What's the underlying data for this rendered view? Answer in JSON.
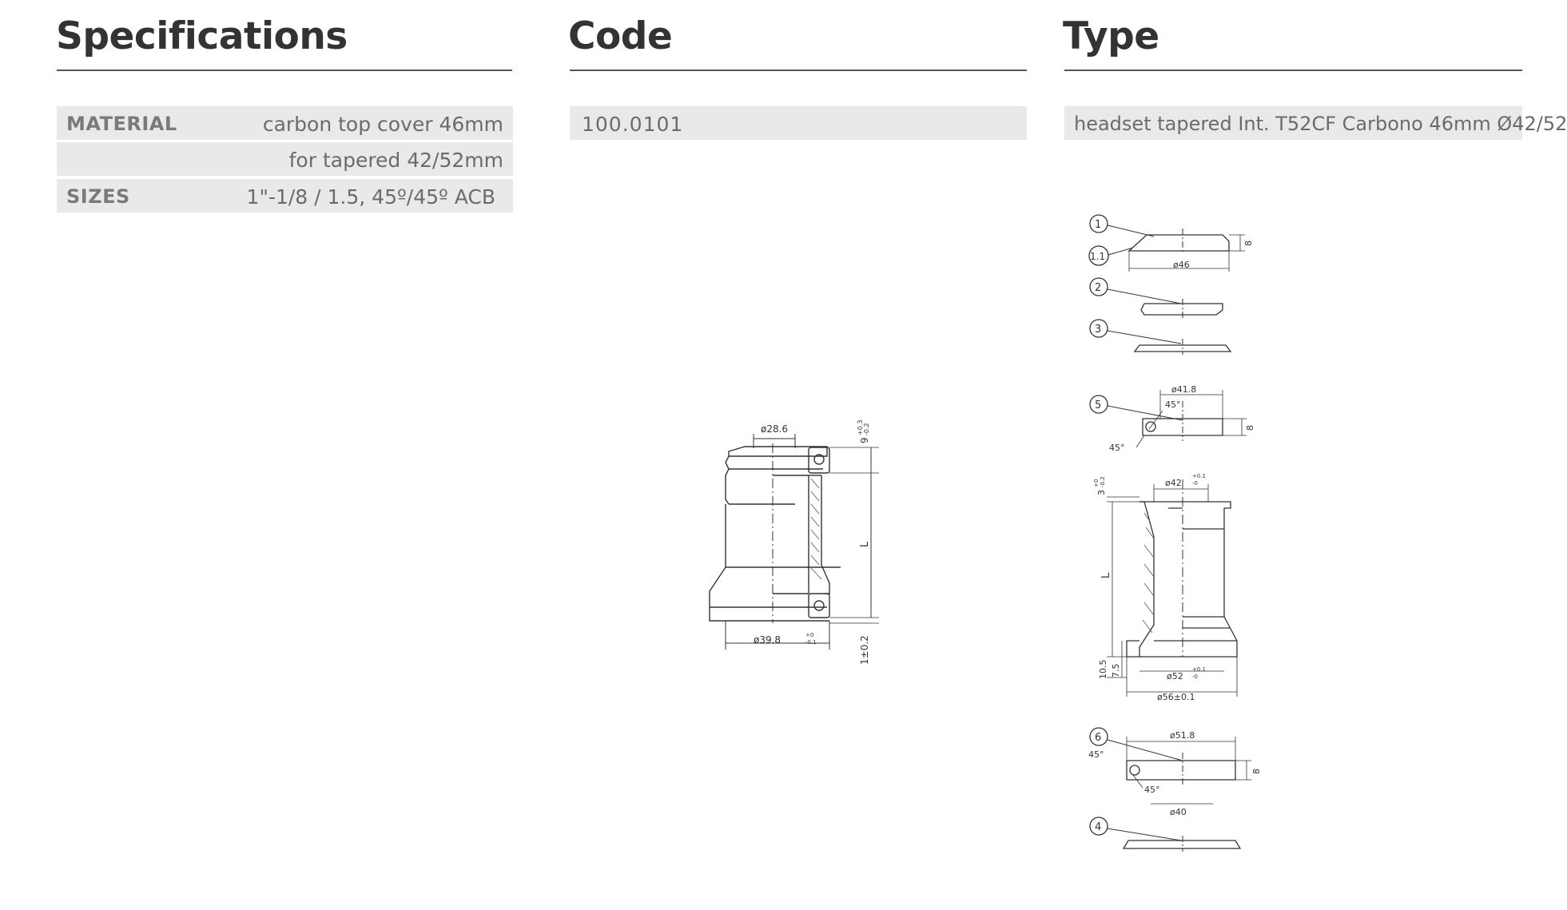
{
  "specifications": {
    "heading": "Specifications",
    "rows": [
      {
        "label": "MATERIAL",
        "value": "carbon top cover 46mm"
      },
      {
        "label": "",
        "value": "for tapered 42/52mm"
      },
      {
        "label": "SIZES",
        "value": "1\"-1/8 / 1.5, 45º/45º ACB"
      }
    ]
  },
  "code": {
    "heading": "Code",
    "value": "100.0101"
  },
  "type": {
    "heading": "Type",
    "value": "headset tapered Int. T52CF Carbono 46mm Ø42/52"
  },
  "section_drawing": {
    "dims": {
      "top_dia": "ø28.6",
      "top_height": "9",
      "top_height_tol_plus": "+0.3",
      "top_height_tol_minus": "-0.2",
      "length": "L",
      "bottom_dia": "ø39.8",
      "bottom_dia_tol_plus": "+0",
      "bottom_dia_tol_minus": "-0.1",
      "bottom_gap": "1±0.2"
    }
  },
  "exploded_drawing": {
    "callouts": [
      "1",
      "1.1",
      "2",
      "3",
      "5",
      "6",
      "4"
    ],
    "dims": {
      "cover_dia": "ø46",
      "cover_h": "8",
      "upper_bearing_dia": "ø41.8",
      "upper_bearing_h": "8",
      "angle": "45°",
      "cup_top_dia": "ø42",
      "cup_top_tol_plus": "+0.1",
      "cup_top_tol_minus": "-0",
      "cup_top_h": "3",
      "cup_top_h_tol_plus": "+0",
      "cup_top_h_tol_minus": "-0.2",
      "cup_len": "L",
      "cup_low_dia": "ø52",
      "cup_low_tol_plus": "+0.1",
      "cup_low_tol_minus": "-0",
      "cup_flange_dia": "ø56±0.1",
      "cup_h1": "10.5",
      "cup_h2": "7.5",
      "lower_bearing_dia": "ø51.8",
      "lower_bearing_inner": "ø40",
      "lower_bearing_h": "8"
    }
  }
}
